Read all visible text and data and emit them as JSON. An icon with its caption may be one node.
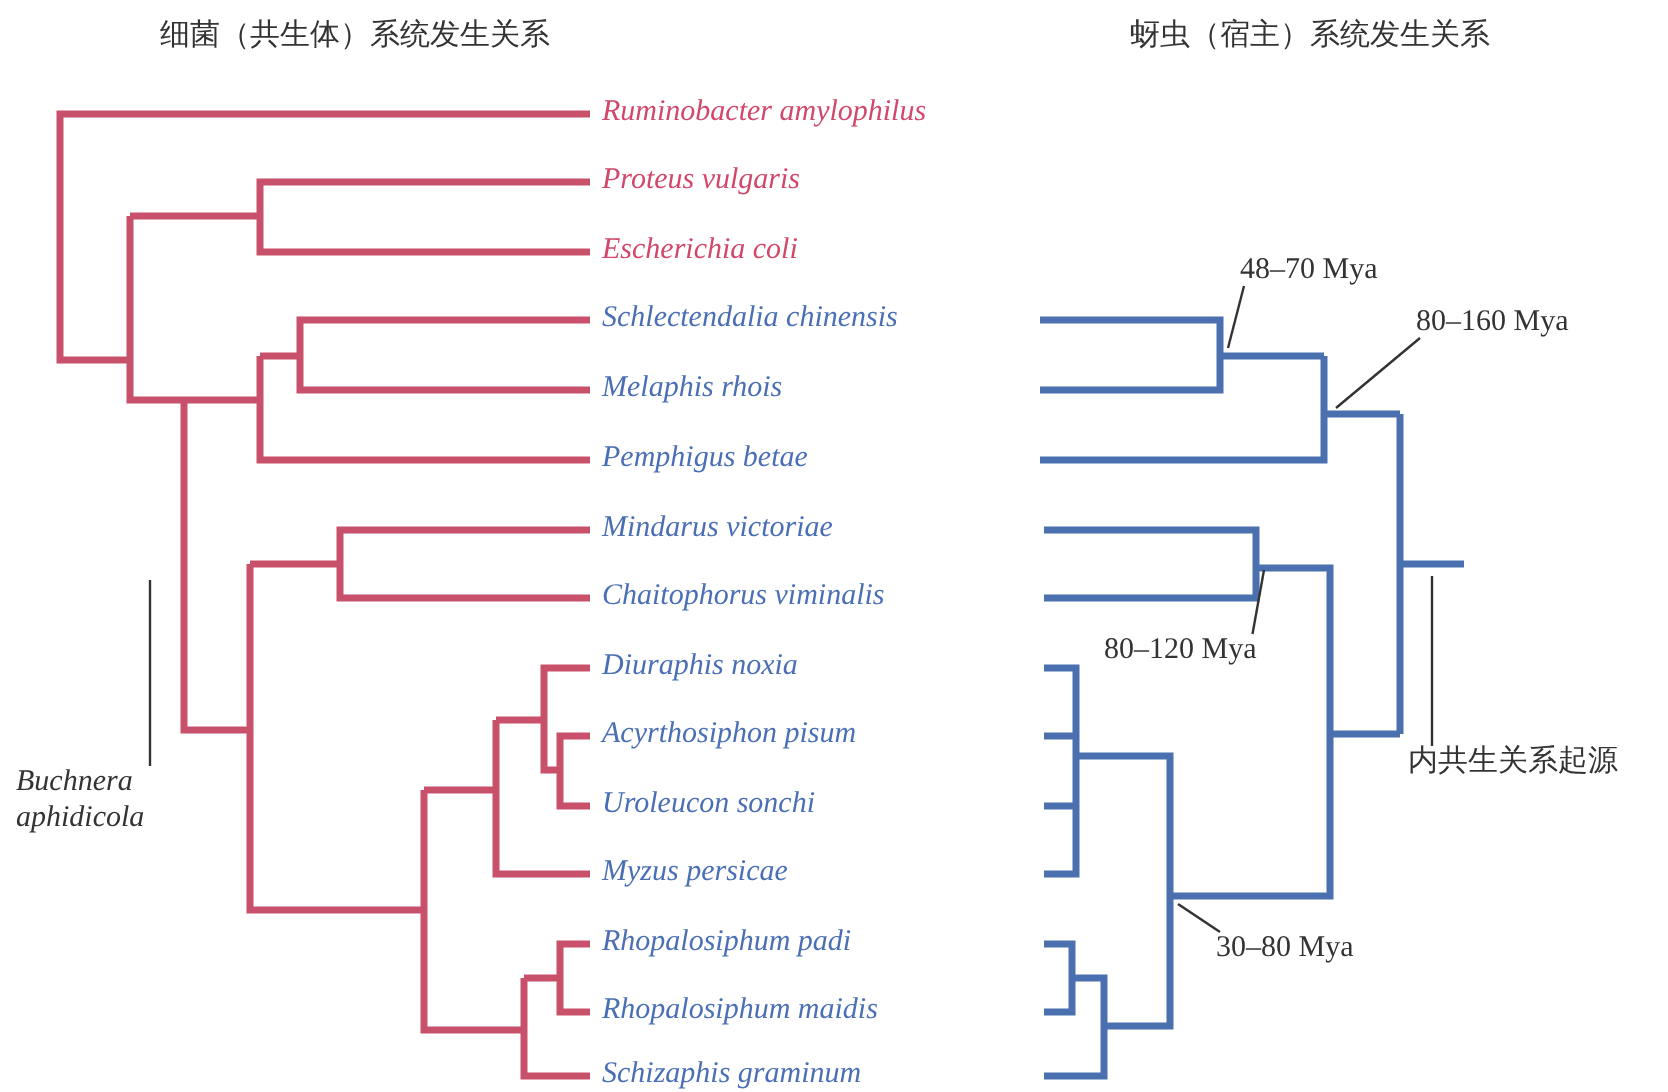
{
  "diagram": {
    "nodes": [
      {
        "text": [
          "Buchnera aphidicola"
        ]
      },
      {
        "text": [
          "48–70 Mya"
        ]
      },
      {
        "text": [
          "80–160 Mya"
        ]
      },
      {
        "text": [
          "80–120 Mya"
        ]
      },
      {
        "text": [
          "30–80 Mya"
        ]
      },
      {
        "text": [
          "内共生关系起源"
        ]
      }
    ],
    "edges": [
      {
        "from": 0,
        "to": null,
        "arrow": "none"
      },
      {
        "from": 1,
        "to": null,
        "arrow": "none"
      },
      {
        "from": 2,
        "to": null,
        "arrow": "none"
      },
      {
        "from": 3,
        "to": null,
        "arrow": "none"
      },
      {
        "from": 4,
        "to": null,
        "arrow": "none"
      },
      {
        "from": 5,
        "to": null,
        "arrow": "none"
      }
    ],
    "labels": [
      "细菌（共生体）系统发生关系",
      "蚜虫（宿主）系统发生关系",
      "Ruminobacter amylophilus",
      "Proteus vulgaris",
      "Escherichia coli",
      "Schlectendalia chinensis",
      "Melaphis rhois",
      "Pemphigus betae",
      "Mindarus victoriae",
      "Chaitophorus viminalis",
      "Diuraphis noxia",
      "Acyrthosiphon pisum",
      "Uroleucon sonchi",
      "Myzus persicae",
      "Rhopalosiphum padi",
      "Rhopalosiphum maidis",
      "Schizaphis graminum"
    ]
  }
}
